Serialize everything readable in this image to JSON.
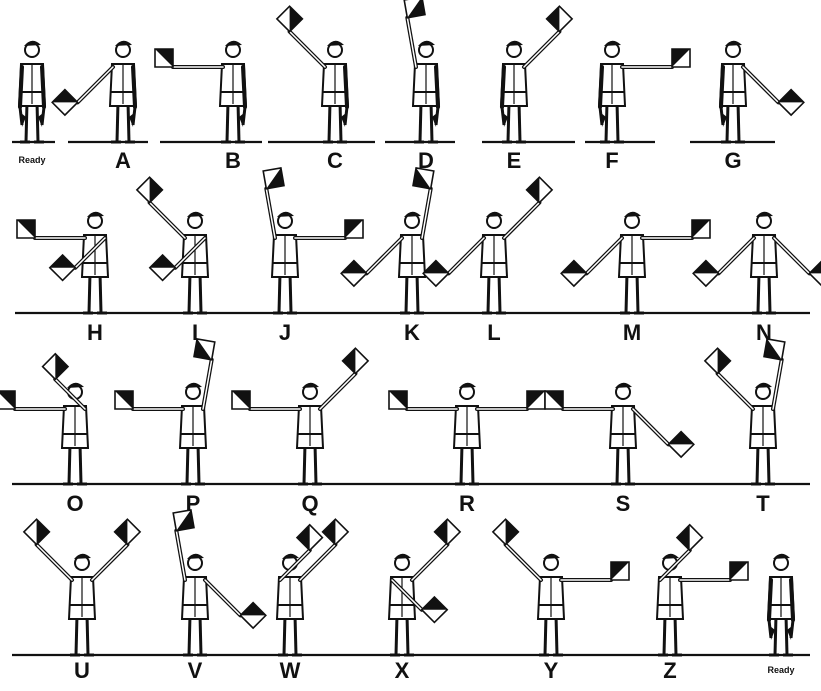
{
  "colors": {
    "ink": "#111111",
    "background": "#ffffff"
  },
  "rows": [
    [
      {
        "label": "Ready",
        "left": "rest",
        "right": "rest"
      },
      {
        "label": "A",
        "left": "rest",
        "right": "low"
      },
      {
        "label": "B",
        "left": "rest",
        "right": "out"
      },
      {
        "label": "C",
        "left": "rest",
        "right": "high"
      },
      {
        "label": "D",
        "left": "rest",
        "right": "up"
      },
      {
        "label": "E",
        "left": "high",
        "right": "rest"
      },
      {
        "label": "F",
        "left": "out",
        "right": "rest"
      },
      {
        "label": "G",
        "left": "low",
        "right": "rest"
      }
    ],
    [
      {
        "label": "H",
        "left": "cross-low",
        "right": "out"
      },
      {
        "label": "I",
        "left": "cross-low",
        "right": "high"
      },
      {
        "label": "J",
        "left": "out",
        "right": "up"
      },
      {
        "label": "K",
        "left": "up",
        "right": "low"
      },
      {
        "label": "L",
        "left": "high",
        "right": "low"
      },
      {
        "label": "M",
        "left": "out",
        "right": "low"
      },
      {
        "label": "N",
        "left": "low",
        "right": "low"
      }
    ],
    [
      {
        "label": "O",
        "left": "cross-high",
        "right": "out"
      },
      {
        "label": "P",
        "left": "up",
        "right": "out"
      },
      {
        "label": "Q",
        "left": "high",
        "right": "out"
      },
      {
        "label": "R",
        "left": "out",
        "right": "out"
      },
      {
        "label": "S",
        "left": "low",
        "right": "out"
      },
      {
        "label": "T",
        "left": "up",
        "right": "high"
      }
    ],
    [
      {
        "label": "U",
        "left": "high",
        "right": "high"
      },
      {
        "label": "V",
        "left": "low",
        "right": "up"
      },
      {
        "label": "W",
        "left": "high",
        "right": "cross-high"
      },
      {
        "label": "X",
        "left": "high",
        "right": "cross-low"
      },
      {
        "label": "Y",
        "left": "out",
        "right": "high"
      },
      {
        "label": "Z",
        "left": "out",
        "right": "cross-high"
      },
      {
        "label": "Ready",
        "left": "rest",
        "right": "rest"
      }
    ]
  ]
}
